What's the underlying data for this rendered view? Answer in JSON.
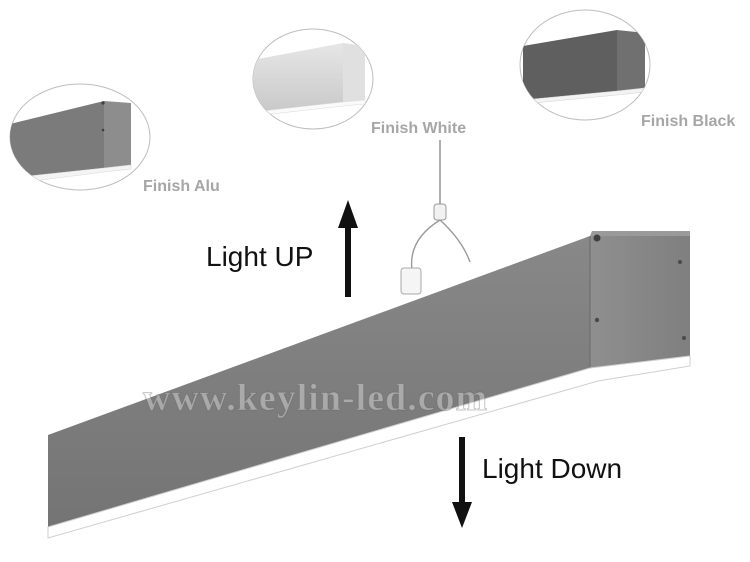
{
  "labels": {
    "finish_alu": "Finish Alu",
    "finish_white": "Finish White",
    "finish_black": "Finish Black",
    "light_up": "Light UP",
    "light_down": "Light Down",
    "watermark": "www.keylin-led.com"
  },
  "colors": {
    "alu_body": "#7b7b7b",
    "white_body": "#d6d6d6",
    "black_body": "#5f5f5f",
    "fixture_body": "#7e7e7e",
    "fixture_end": "#8a8a8a",
    "diffuser": "#ffffff",
    "arrow": "#111111",
    "finish_text": "#a6a6a6"
  },
  "icons": {
    "up_arrow": "arrow-up-icon",
    "down_arrow": "arrow-down-icon"
  }
}
